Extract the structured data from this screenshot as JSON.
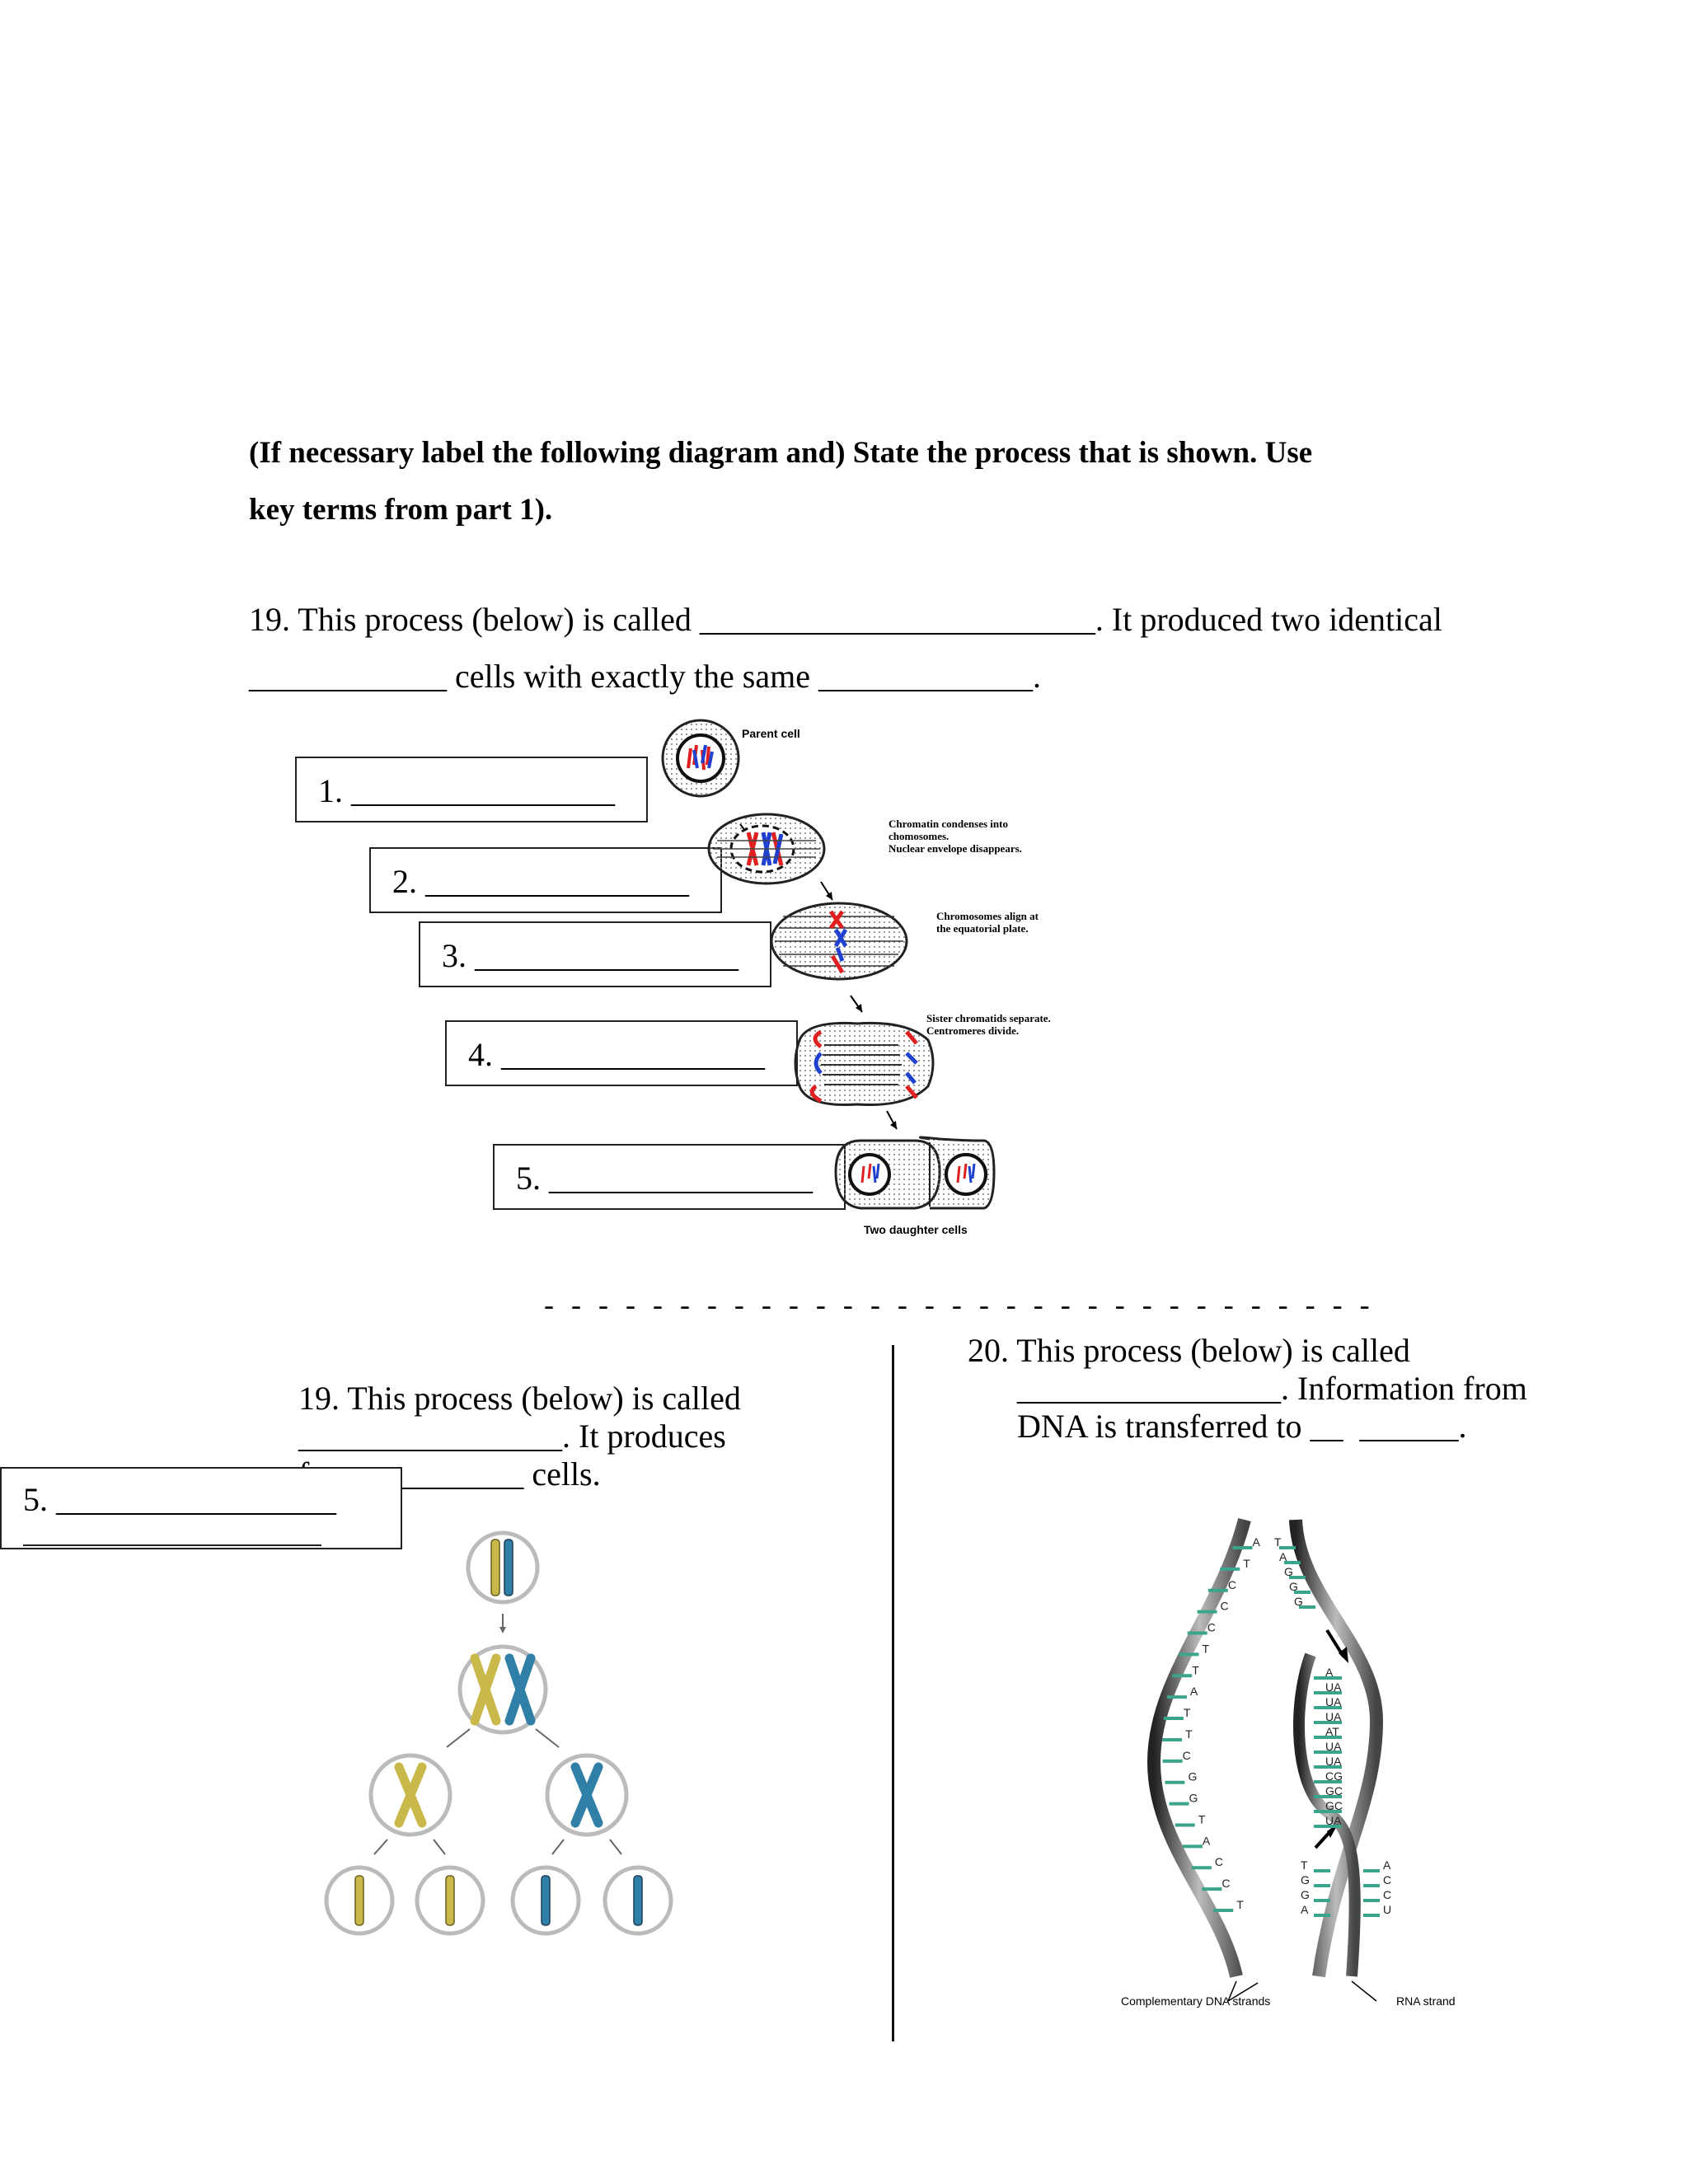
{
  "instructions": {
    "line1": "(If necessary label the following diagram and) State the process that is shown. Use",
    "line2": "key terms from part 1)."
  },
  "q19a": {
    "line1": "19. This process (below) is called ________________________. It produced two identical",
    "line2": "____________ cells with exactly the same _____________."
  },
  "mitosis": {
    "labels": [
      "1. ________________",
      "2. ________________",
      "3. ________________",
      "4. ________________",
      "5. ________________"
    ],
    "parent_cell": "Parent cell",
    "caption_condense": "Chromatin condenses into\nchomosomes.\nNuclear envelope disappears.",
    "caption_align": "Chromosomes align at\nthe equatorial plate.",
    "caption_separate": "Sister chromatids separate.\nCentromeres divide.",
    "daughter_cells": "Two daughter cells"
  },
  "divider": "- - - - - - - - - - - - - - - - - - - - - - - - - - - - - - -",
  "q19b": {
    "line1": "19. This process (below) is called",
    "line2": "________________. It produces",
    "line3": "f_____________ cells.",
    "overlay_label": "5. _________________"
  },
  "q20": {
    "line1": "20. This process (below) is called",
    "line2": "________________. Information from",
    "line3": "DNA is transferred to __  ______."
  },
  "transcription": {
    "left_bases": [
      "A",
      "T",
      "C",
      "C",
      "C",
      "T",
      "T",
      "A",
      "T",
      "T",
      "C",
      "G",
      "G",
      "T",
      "A",
      "C",
      "C",
      "T"
    ],
    "right_top_bases": [
      "T",
      "A",
      "G",
      "G",
      "G"
    ],
    "rna_pairs": [
      "A",
      "UA",
      "UA",
      "UA",
      "AT",
      "UA",
      "UA",
      "CG",
      "GC",
      "GC",
      "UA"
    ],
    "right_bottom_dna": [
      "T",
      "G",
      "G",
      "A"
    ],
    "right_bottom_rna": [
      "A",
      "C",
      "C",
      "U"
    ],
    "label_dna": "Complementary DNA strands",
    "label_rna": "RNA strand"
  },
  "colors": {
    "chromosome_red": "#e02020",
    "chromosome_blue": "#2040d0",
    "meiosis_yellow": "#c9b84a",
    "meiosis_blue": "#2f7fa6",
    "base_green": "#3aa58a"
  }
}
